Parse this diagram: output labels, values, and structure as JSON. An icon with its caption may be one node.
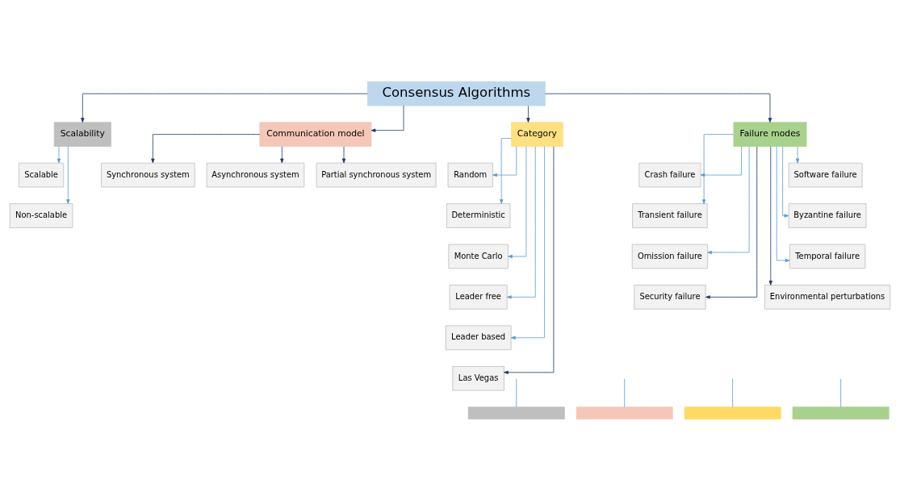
{
  "diagram": {
    "nodes": [
      {
        "text": [
          "Consensus Algorithms"
        ]
      },
      {
        "text": [
          "Scalability"
        ]
      },
      {
        "text": [
          "Communication model"
        ]
      },
      {
        "text": [
          "Category"
        ]
      },
      {
        "text": [
          "Failure modes"
        ]
      },
      {
        "text": [
          "Scalable"
        ]
      },
      {
        "text": [
          "Non-scalable"
        ]
      },
      {
        "text": [
          "Synchronous system"
        ]
      },
      {
        "text": [
          "Asynchronous system"
        ]
      },
      {
        "text": [
          "Partial synchronous system"
        ]
      },
      {
        "text": [
          "Random"
        ]
      },
      {
        "text": [
          "Deterministic"
        ]
      },
      {
        "text": [
          "Monte Carlo"
        ]
      },
      {
        "text": [
          "Leader free"
        ]
      },
      {
        "text": [
          "Leader based"
        ]
      },
      {
        "text": [
          "Las Vegas"
        ]
      },
      {
        "text": [
          "Crash failure"
        ]
      },
      {
        "text": [
          "Transient failure"
        ]
      },
      {
        "text": [
          "Omission failure"
        ]
      },
      {
        "text": [
          "Security failure"
        ]
      },
      {
        "text": [
          "Software failure"
        ]
      },
      {
        "text": [
          "Byzantine failure"
        ]
      },
      {
        "text": [
          "Temporal failure"
        ]
      },
      {
        "text": [
          "Environmental perturbations"
        ]
      },
      {
        "text": [],
        "shape": "bar"
      },
      {
        "text": [],
        "shape": "bar"
      },
      {
        "text": [],
        "shape": "bar"
      },
      {
        "text": [],
        "shape": "bar"
      }
    ],
    "edges": [
      {
        "from": 0,
        "to": 1,
        "arrow": "to",
        "color": "#1f3864"
      },
      {
        "from": 0,
        "to": 2,
        "arrow": "to",
        "color": "#1f3864"
      },
      {
        "from": 0,
        "to": 3,
        "arrow": "to",
        "color": "#1f3864"
      },
      {
        "from": 0,
        "to": 4,
        "arrow": "to",
        "color": "#1f3864"
      },
      {
        "from": 1,
        "to": 5,
        "arrow": "to"
      },
      {
        "from": 1,
        "to": 6,
        "arrow": "to"
      },
      {
        "from": 2,
        "to": 7,
        "arrow": "to",
        "color": "#1f3864"
      },
      {
        "from": 2,
        "to": 8,
        "arrow": "to",
        "color": "#1f3864"
      },
      {
        "from": 2,
        "to": 9,
        "arrow": "to",
        "color": "#1f3864"
      },
      {
        "from": 3,
        "to": 10,
        "arrow": "to"
      },
      {
        "from": 3,
        "to": 11,
        "arrow": "to"
      },
      {
        "from": 3,
        "to": 12,
        "arrow": "to"
      },
      {
        "from": 3,
        "to": 13,
        "arrow": "to"
      },
      {
        "from": 3,
        "to": 14,
        "arrow": "to"
      },
      {
        "from": 3,
        "to": 15,
        "arrow": "to",
        "color": "#1f3864"
      },
      {
        "from": 4,
        "to": 16,
        "arrow": "to"
      },
      {
        "from": 4,
        "to": 17,
        "arrow": "to"
      },
      {
        "from": 4,
        "to": 18,
        "arrow": "to"
      },
      {
        "from": 4,
        "to": 19,
        "arrow": "to",
        "color": "#1f3864"
      },
      {
        "from": 4,
        "to": 20,
        "arrow": "to"
      },
      {
        "from": 4,
        "to": 21,
        "arrow": "to"
      },
      {
        "from": 4,
        "to": 22,
        "arrow": "to"
      },
      {
        "from": 4,
        "to": 23,
        "arrow": "to",
        "color": "#1f3864"
      },
      {
        "from": 24,
        "to": null,
        "arrow": "none"
      },
      {
        "from": 25,
        "to": null,
        "arrow": "none"
      },
      {
        "from": 26,
        "to": null,
        "arrow": "none"
      },
      {
        "from": 27,
        "to": null,
        "arrow": "none"
      }
    ]
  }
}
